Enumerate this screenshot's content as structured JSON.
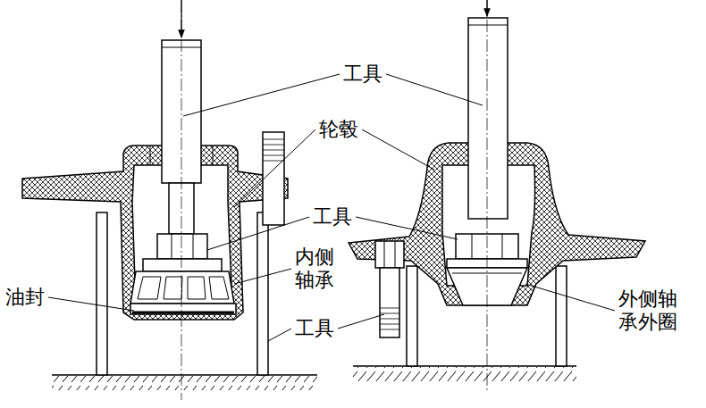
{
  "diagram": {
    "labels": [
      "工具",
      "轮毂",
      "工具",
      "内侧 轴承",
      "油封",
      "工具",
      "外侧轴 承外圈"
    ]
  }
}
